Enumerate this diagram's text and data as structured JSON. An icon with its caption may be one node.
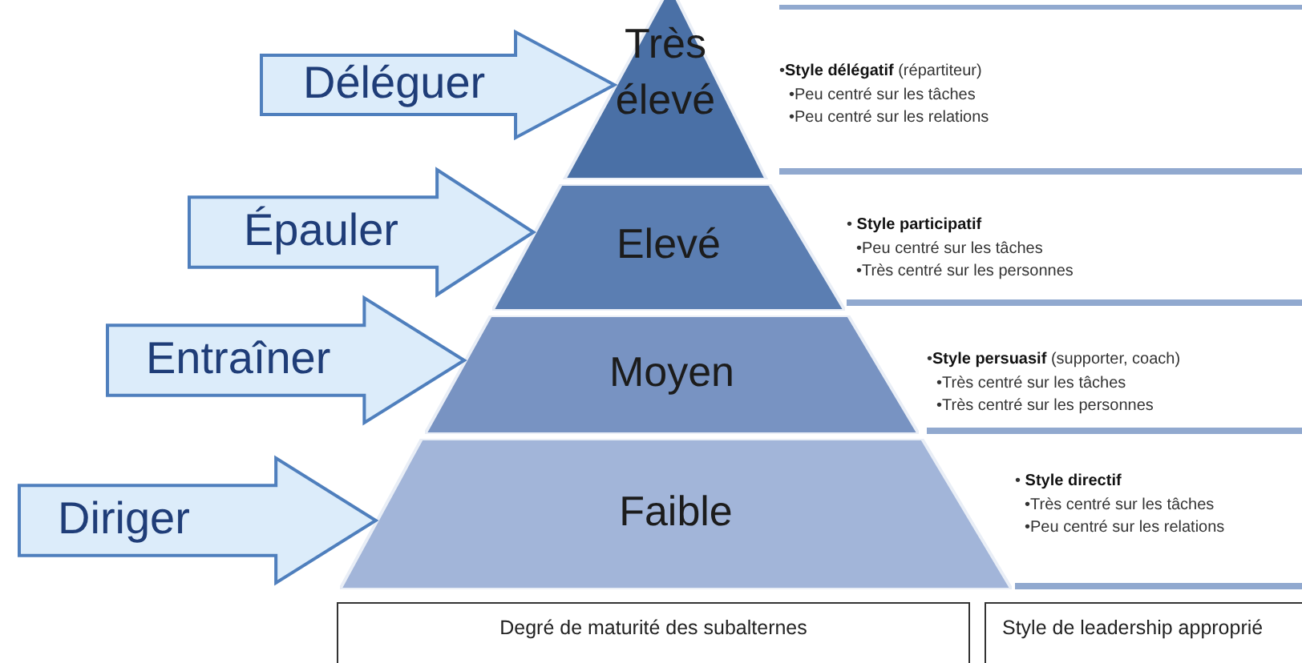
{
  "diagram": {
    "nodes": [
      {
        "text": [
          "Très élevé"
        ]
      },
      {
        "text": [
          "Elevé"
        ]
      },
      {
        "text": [
          "Moyen"
        ]
      },
      {
        "text": [
          "Faible"
        ]
      },
      {
        "text": [
          "•**Style délégatif** (répartiteur)",
          "•Peu centré sur les tâches",
          "•Peu centré sur les relations"
        ]
      },
      {
        "text": [
          "• **Style participatif**",
          "•Peu centré sur les tâches",
          "•Très centré sur les personnes"
        ]
      },
      {
        "text": [
          "•**Style persuasif** (supporter, coach)",
          "•Très centré sur les tâches",
          "•Très centré sur les personnes"
        ]
      },
      {
        "text": [
          "• **Style directif**",
          "•Très centré sur les tâches",
          "•Peu centré sur les relations"
        ]
      },
      {
        "text": [
          "Degré de maturité des subalternes"
        ]
      },
      {
        "text": [
          "Style de leadership approprié"
        ]
      }
    ],
    "edges": [
      {
        "from": null,
        "to": 0,
        "arrow": "to",
        "label": "Déléguer"
      },
      {
        "from": null,
        "to": 1,
        "arrow": "to",
        "label": "Épauler"
      },
      {
        "from": null,
        "to": 2,
        "arrow": "to",
        "label": "Entraîner"
      },
      {
        "from": null,
        "to": 3,
        "arrow": "to",
        "label": "Diriger"
      }
    ]
  }
}
